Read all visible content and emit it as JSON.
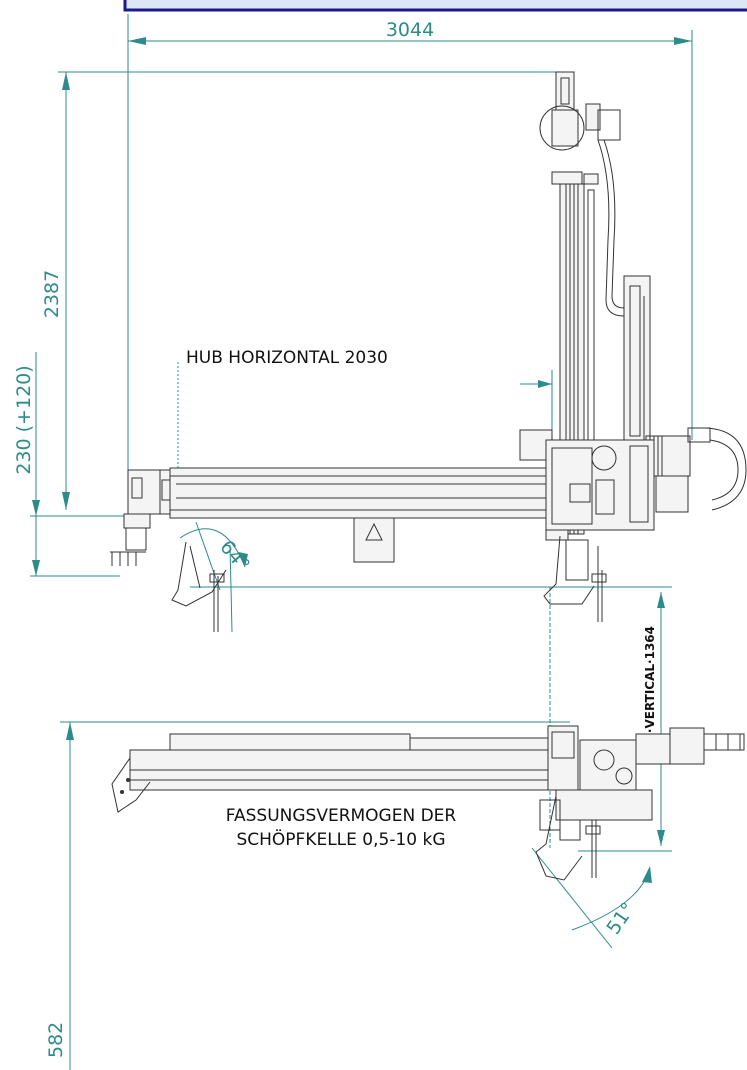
{
  "dimensions": {
    "overall_width": "3044",
    "height_total": "2387",
    "gripper_height": "230 (+120)",
    "side_height": "582",
    "angle_horizontal": "64°",
    "angle_vertical": "51°",
    "hub_vertical": "HUB·VERTICAL·1364"
  },
  "notes": {
    "hub_horizontal": "HUB HORIZONTAL 2030",
    "capacity_line1": "FASSUNGSVERMOGEN DER",
    "capacity_line2": "SCHÖPFKELLE 0,5-10 kG"
  },
  "colors": {
    "dimension": "#2e8b8b",
    "frame_border": "#1a1a8c",
    "frame_fill": "#dde6f6"
  }
}
